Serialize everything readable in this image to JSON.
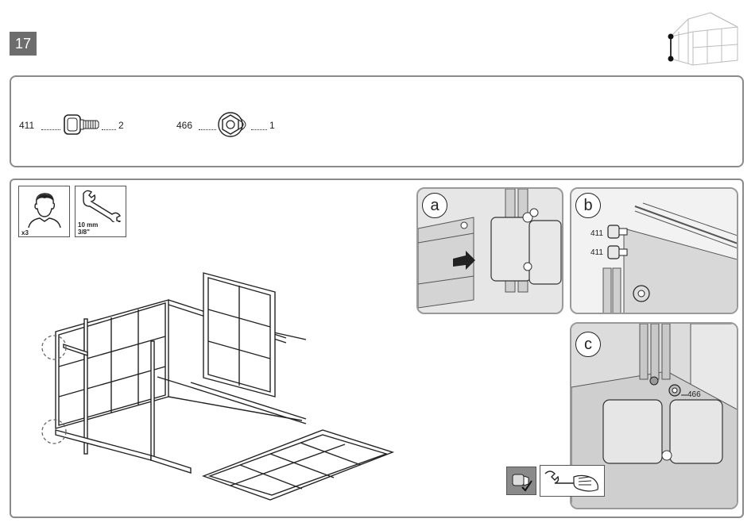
{
  "step": {
    "number": "17"
  },
  "parts": [
    {
      "id": "411",
      "qty": "2",
      "icon": "bolt-icon"
    },
    {
      "id": "466",
      "qty": "1",
      "icon": "flange-nut-icon"
    }
  ],
  "tools": {
    "people": {
      "count": "x3",
      "icon": "person-icon"
    },
    "wrench": {
      "size_mm": "10 mm",
      "size_in": "3/8\"",
      "icon": "wrench-icon"
    }
  },
  "details": {
    "a": {
      "label": "a"
    },
    "b": {
      "label": "b",
      "parts": [
        "411",
        "411"
      ]
    },
    "c": {
      "label": "c",
      "part": "466"
    }
  },
  "colors": {
    "badge": "#6d6d6d",
    "panel_border": "#8a8a8a",
    "detail_bg": "#e6e6e6"
  }
}
